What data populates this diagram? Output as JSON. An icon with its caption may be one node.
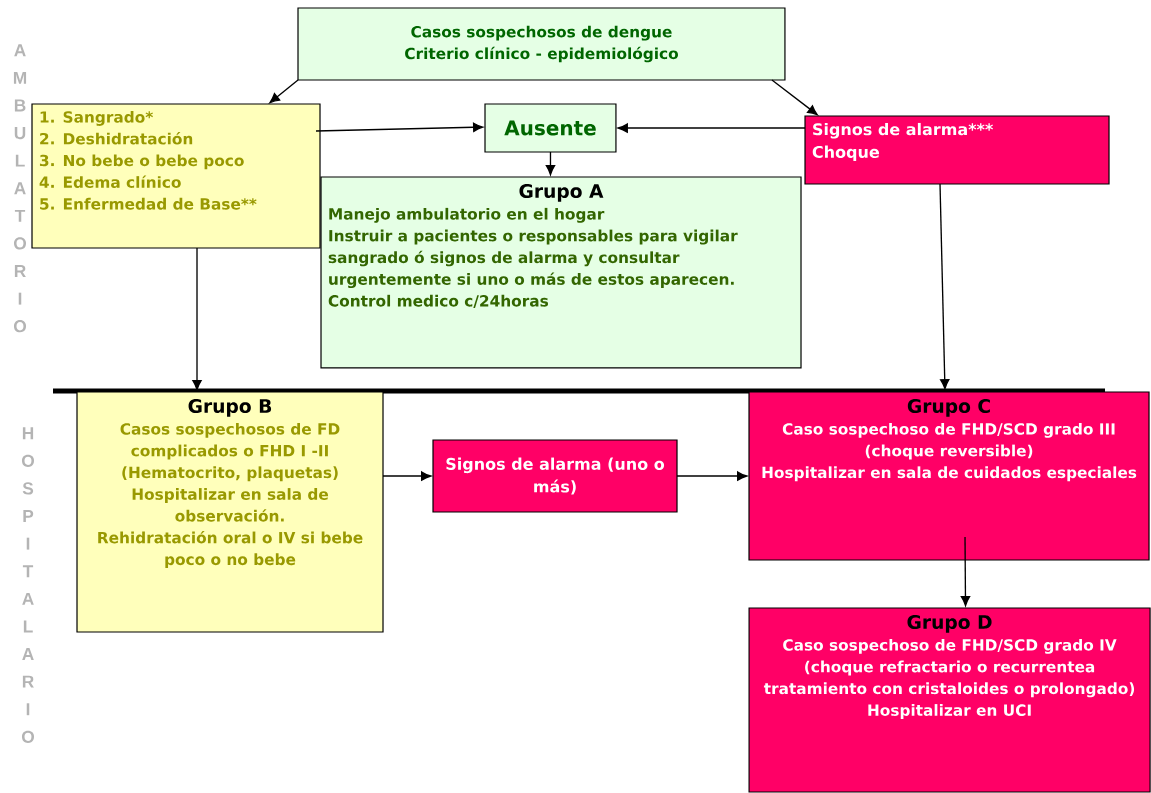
{
  "diagram": {
    "nodes": [
      {
        "text": [
          "Casos sospechosos de dengue",
          "Criterio clínico - epidemiológico"
        ]
      },
      {
        "text": [
          "1. Sangrado*",
          "2. Deshidratación",
          "3. No bebe o bebe poco",
          "4. Edema clínico",
          "5. Enfermedad de Base**"
        ]
      },
      {
        "text": [
          "Ausente"
        ]
      },
      {
        "text": [
          "Signos de alarma***",
          "Choque"
        ]
      },
      {
        "text": [
          "Grupo A",
          "Manejo ambulatorio en el hogar",
          "Instruir a pacientes o responsables para vigilar sangrado ó signos de alarma y consultar urgentemente si uno o más de estos aparecen.",
          "Control medico c/24horas"
        ]
      },
      {
        "text": [
          "Grupo B",
          "Casos sospechosos de FD complicados o FHD I -II",
          "(Hematocrito, plaquetas)",
          "Hospitalizar en sala de observación.",
          "Rehidratación oral o IV si bebe poco o no bebe"
        ]
      },
      {
        "text": [
          "Signos de alarma (uno o más)"
        ]
      },
      {
        "text": [
          "Grupo C",
          "Caso sospechoso de FHD/SCD grado III (choque reversible)",
          "Hospitalizar en sala de cuidados especiales"
        ]
      },
      {
        "text": [
          "Grupo D",
          "Caso sospechoso de FHD/SCD grado IV (choque refractario o recurrentea tratamiento con cristaloides o prolongado)",
          "Hospitalizar en UCI"
        ]
      }
    ],
    "edges": [
      {
        "from": 0,
        "to": 1,
        "arrow": "to"
      },
      {
        "from": 0,
        "to": 3,
        "arrow": "to"
      },
      {
        "from": 1,
        "to": 2,
        "arrow": "to"
      },
      {
        "from": 3,
        "to": 2,
        "arrow": "to"
      },
      {
        "from": 2,
        "to": 4,
        "arrow": "to"
      },
      {
        "from": 1,
        "to": 5,
        "arrow": "to"
      },
      {
        "from": 3,
        "to": 7,
        "arrow": "to"
      },
      {
        "from": 5,
        "to": 6,
        "arrow": "to"
      },
      {
        "from": 6,
        "to": 7,
        "arrow": "to"
      },
      {
        "from": 7,
        "to": 8,
        "arrow": "to"
      }
    ],
    "labels": [
      "AMBULATORIO",
      "HOSPITALARIO"
    ]
  }
}
